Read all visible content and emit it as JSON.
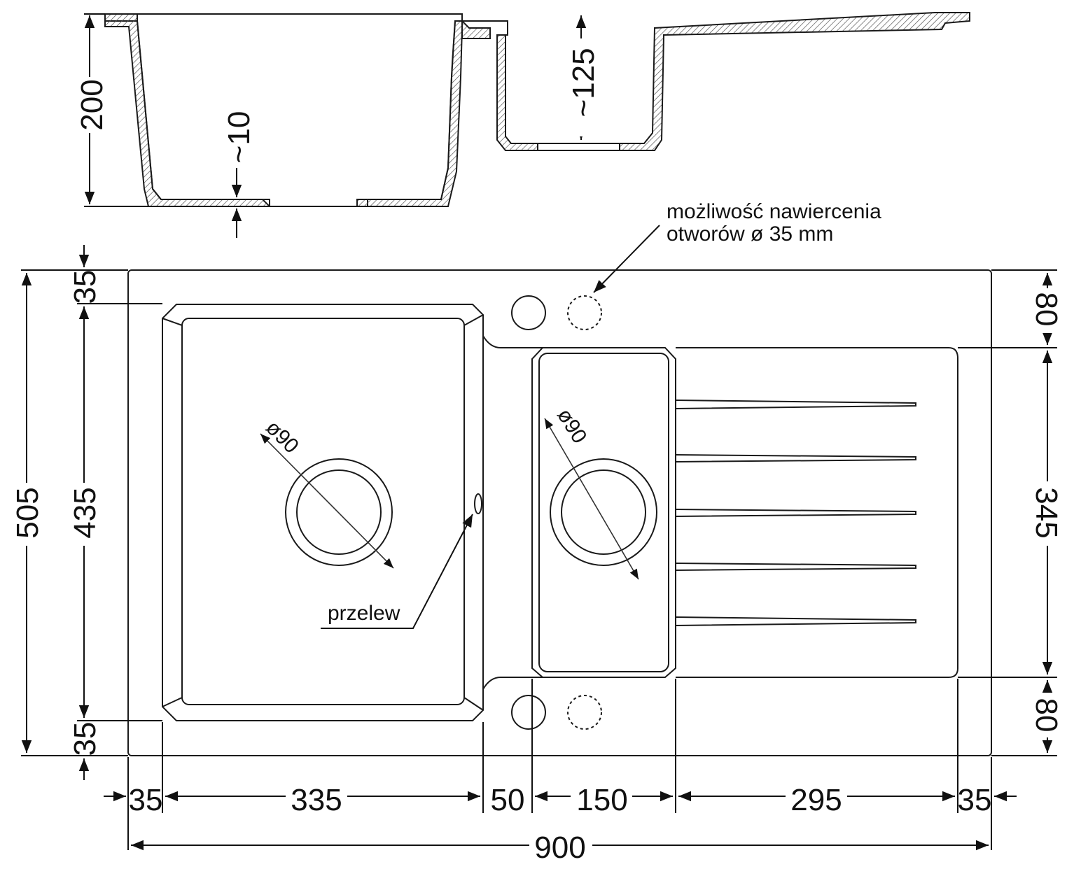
{
  "colors": {
    "line": "#1a1a1a",
    "hatch": "#555555",
    "background": "#ffffff"
  },
  "section": {
    "dim_depth_main": "200",
    "dim_depth_small": "~125",
    "dim_bottom_thickness": "~10"
  },
  "annotations": {
    "drill_note_line1": "możliwość nawiercenia",
    "drill_note_line2": "otworów ø 35 mm",
    "overflow_label": "przelew",
    "drain_main": "ø90",
    "drain_small": "ø90"
  },
  "dims_left": {
    "total": "505",
    "inner": "435",
    "top_margin": "35",
    "bottom_margin": "35"
  },
  "dims_right": {
    "top": "80",
    "middle": "345",
    "bottom": "80"
  },
  "dims_bottom": {
    "seg1": "35",
    "seg2": "335",
    "seg3": "50",
    "seg4": "150",
    "seg5": "295",
    "seg6": "35",
    "total": "900"
  }
}
